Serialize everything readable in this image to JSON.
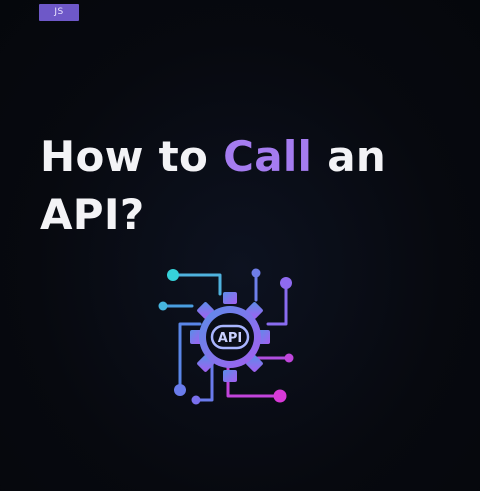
{
  "badge": {
    "label": "JS",
    "color": "#6e58c8"
  },
  "headline": {
    "part1": "How to ",
    "accent": "Call",
    "part2": " an",
    "line2": "API?",
    "accent_color": "#a57cf0"
  },
  "graphic": {
    "icon": "api-gear-circuit-icon",
    "label": "API",
    "colors": {
      "cyan": "#36d1d9",
      "blue": "#5a8ee8",
      "violet": "#8f67f0",
      "magenta": "#d23bd6"
    }
  }
}
